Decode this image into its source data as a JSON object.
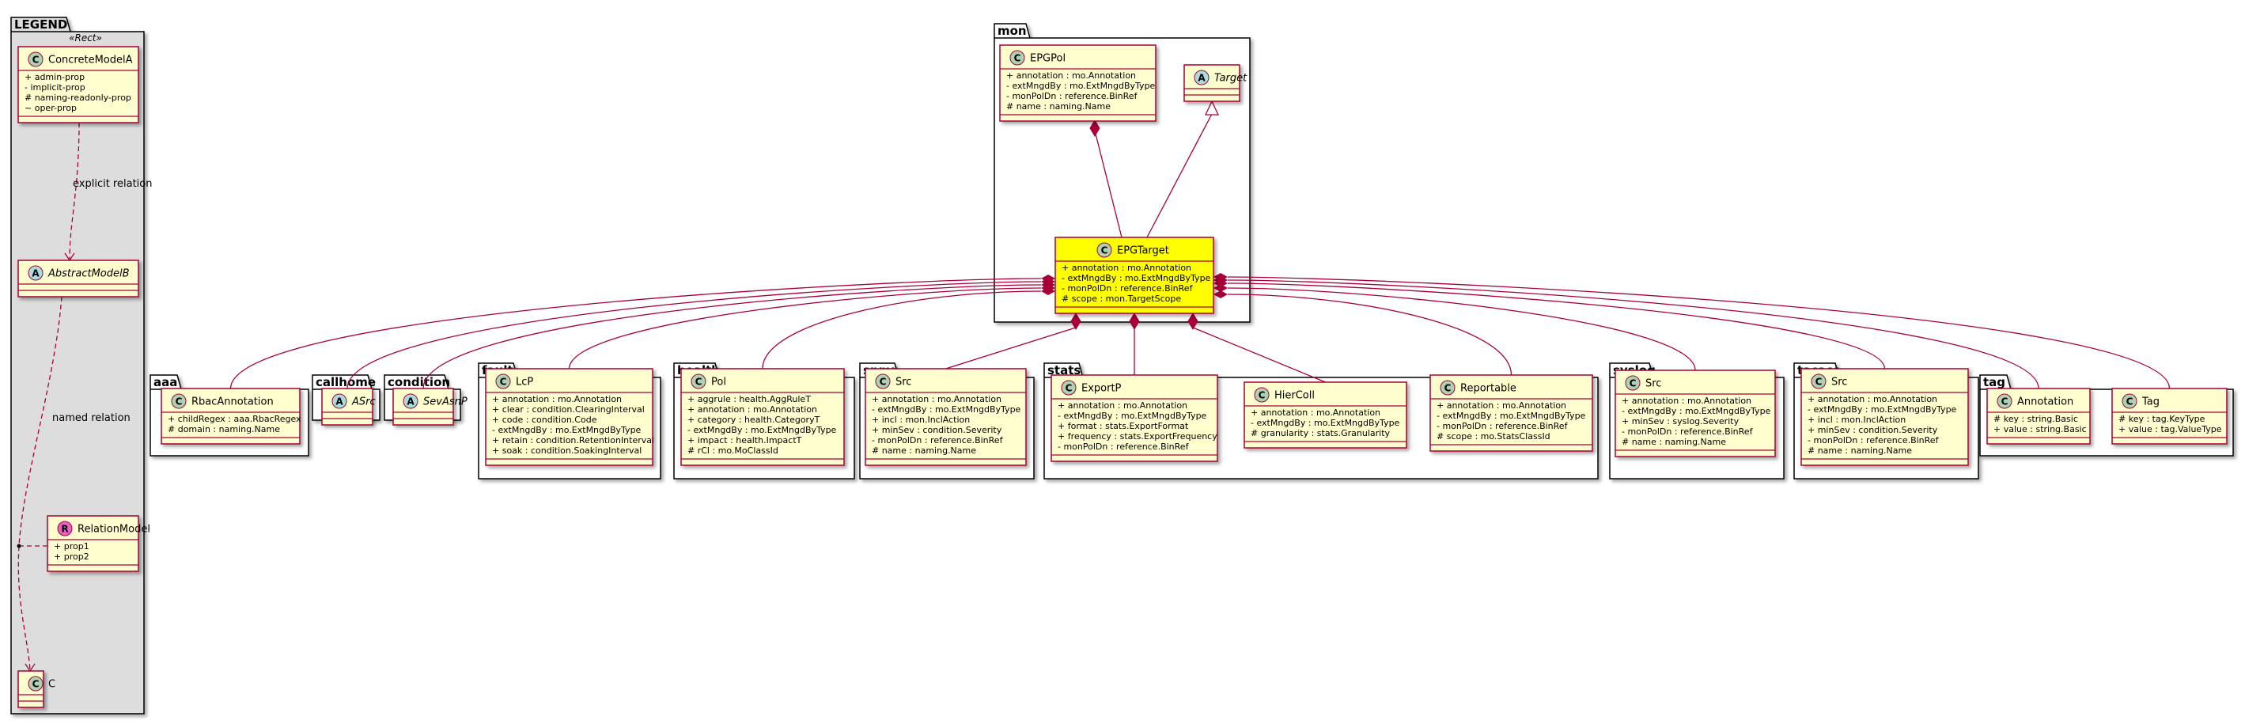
{
  "colors": {
    "class_fill": "#FEFECE",
    "class_border": "#A80036",
    "highlight_fill": "#FFFF00",
    "legend_fill": "#DDDDDD",
    "circle_class": "#ADD1B2",
    "circle_abstract": "#A9DCDF",
    "circle_relation": "#EB60C5",
    "line": "#A80036"
  },
  "legend": {
    "title": "LEGEND",
    "stereotype": "«Rect»",
    "concrete": {
      "name": "ConcreteModelA",
      "symbol": "C",
      "attrs": [
        {
          "v": "+",
          "text": "admin-prop"
        },
        {
          "v": "-",
          "text": "implicit-prop"
        },
        {
          "v": "#",
          "text": "naming-readonly-prop"
        },
        {
          "v": "~",
          "text": "oper-prop"
        }
      ]
    },
    "abstract": {
      "name": "AbstractModelB",
      "symbol": "A"
    },
    "relation_model": {
      "name": "RelationModel",
      "symbol": "R",
      "attrs": [
        {
          "v": "+",
          "text": "prop1"
        },
        {
          "v": "+",
          "text": "prop2"
        }
      ]
    },
    "c_class": {
      "name": "C",
      "symbol": "C"
    },
    "explicit_label": "explicit relation",
    "named_label": "named relation"
  },
  "mon": {
    "package": "mon",
    "epgpol": {
      "name": "EPGPol",
      "symbol": "C",
      "attrs": [
        {
          "v": "+",
          "text": "annotation : mo.Annotation"
        },
        {
          "v": "-",
          "text": "extMngdBy : mo.ExtMngdByType"
        },
        {
          "v": "-",
          "text": "monPolDn : reference.BinRef"
        },
        {
          "v": "#",
          "text": "name : naming.Name"
        }
      ]
    },
    "target": {
      "name": "Target",
      "symbol": "A"
    },
    "epgtarget": {
      "name": "EPGTarget",
      "symbol": "C",
      "attrs": [
        {
          "v": "+",
          "text": "annotation : mo.Annotation"
        },
        {
          "v": "-",
          "text": "extMngdBy : mo.ExtMngdByType"
        },
        {
          "v": "-",
          "text": "monPolDn : reference.BinRef"
        },
        {
          "v": "#",
          "text": "scope : mon.TargetScope"
        }
      ]
    }
  },
  "packages": [
    {
      "name": "aaa",
      "classes": [
        {
          "name": "RbacAnnotation",
          "symbol": "C",
          "attrs": [
            {
              "v": "+",
              "text": "childRegex : aaa.RbacRegex"
            },
            {
              "v": "#",
              "text": "domain : naming.Name"
            }
          ]
        }
      ]
    },
    {
      "name": "callhome",
      "classes": [
        {
          "name": "ASrc",
          "symbol": "A",
          "attrs": []
        }
      ]
    },
    {
      "name": "condition",
      "classes": [
        {
          "name": "SevAsnP",
          "symbol": "A",
          "attrs": []
        }
      ]
    },
    {
      "name": "fault",
      "classes": [
        {
          "name": "LcP",
          "symbol": "C",
          "attrs": [
            {
              "v": "+",
              "text": "annotation : mo.Annotation"
            },
            {
              "v": "+",
              "text": "clear : condition.ClearingInterval"
            },
            {
              "v": "+",
              "text": "code : condition.Code"
            },
            {
              "v": "-",
              "text": "extMngdBy : mo.ExtMngdByType"
            },
            {
              "v": "+",
              "text": "retain : condition.RetentionInterval"
            },
            {
              "v": "+",
              "text": "soak : condition.SoakingInterval"
            }
          ]
        }
      ]
    },
    {
      "name": "health",
      "classes": [
        {
          "name": "Pol",
          "symbol": "C",
          "attrs": [
            {
              "v": "+",
              "text": "aggrule : health.AggRuleT"
            },
            {
              "v": "+",
              "text": "annotation : mo.Annotation"
            },
            {
              "v": "+",
              "text": "category : health.CategoryT"
            },
            {
              "v": "-",
              "text": "extMngdBy : mo.ExtMngdByType"
            },
            {
              "v": "+",
              "text": "impact : health.ImpactT"
            },
            {
              "v": "#",
              "text": "rCl : mo.MoClassId"
            }
          ]
        }
      ]
    },
    {
      "name": "snmp",
      "classes": [
        {
          "name": "Src",
          "symbol": "C",
          "attrs": [
            {
              "v": "+",
              "text": "annotation : mo.Annotation"
            },
            {
              "v": "-",
              "text": "extMngdBy : mo.ExtMngdByType"
            },
            {
              "v": "+",
              "text": "incl : mon.InclAction"
            },
            {
              "v": "+",
              "text": "minSev : condition.Severity"
            },
            {
              "v": "-",
              "text": "monPolDn : reference.BinRef"
            },
            {
              "v": "#",
              "text": "name : naming.Name"
            }
          ]
        }
      ]
    },
    {
      "name": "stats",
      "classes": [
        {
          "name": "ExportP",
          "symbol": "C",
          "attrs": [
            {
              "v": "+",
              "text": "annotation : mo.Annotation"
            },
            {
              "v": "-",
              "text": "extMngdBy : mo.ExtMngdByType"
            },
            {
              "v": "+",
              "text": "format : stats.ExportFormat"
            },
            {
              "v": "+",
              "text": "frequency : stats.ExportFrequency"
            },
            {
              "v": "-",
              "text": "monPolDn : reference.BinRef"
            }
          ]
        },
        {
          "name": "HierColl",
          "symbol": "C",
          "attrs": [
            {
              "v": "+",
              "text": "annotation : mo.Annotation"
            },
            {
              "v": "-",
              "text": "extMngdBy : mo.ExtMngdByType"
            },
            {
              "v": "#",
              "text": "granularity : stats.Granularity"
            }
          ]
        },
        {
          "name": "Reportable",
          "symbol": "C",
          "attrs": [
            {
              "v": "+",
              "text": "annotation : mo.Annotation"
            },
            {
              "v": "-",
              "text": "extMngdBy : mo.ExtMngdByType"
            },
            {
              "v": "-",
              "text": "monPolDn : reference.BinRef"
            },
            {
              "v": "#",
              "text": "scope : mo.StatsClassId"
            }
          ]
        }
      ]
    },
    {
      "name": "syslog",
      "classes": [
        {
          "name": "Src",
          "symbol": "C",
          "attrs": [
            {
              "v": "+",
              "text": "annotation : mo.Annotation"
            },
            {
              "v": "-",
              "text": "extMngdBy : mo.ExtMngdByType"
            },
            {
              "v": "+",
              "text": "minSev : syslog.Severity"
            },
            {
              "v": "-",
              "text": "monPolDn : reference.BinRef"
            },
            {
              "v": "#",
              "text": "name : naming.Name"
            }
          ]
        }
      ]
    },
    {
      "name": "tacacs",
      "classes": [
        {
          "name": "Src",
          "symbol": "C",
          "attrs": [
            {
              "v": "+",
              "text": "annotation : mo.Annotation"
            },
            {
              "v": "-",
              "text": "extMngdBy : mo.ExtMngdByType"
            },
            {
              "v": "+",
              "text": "incl : mon.InclAction"
            },
            {
              "v": "+",
              "text": "minSev : condition.Severity"
            },
            {
              "v": "-",
              "text": "monPolDn : reference.BinRef"
            },
            {
              "v": "#",
              "text": "name : naming.Name"
            }
          ]
        }
      ]
    },
    {
      "name": "tag",
      "classes": [
        {
          "name": "Annotation",
          "symbol": "C",
          "attrs": [
            {
              "v": "#",
              "text": "key : string.Basic"
            },
            {
              "v": "+",
              "text": "value : string.Basic"
            }
          ]
        },
        {
          "name": "Tag",
          "symbol": "C",
          "attrs": [
            {
              "v": "#",
              "text": "key : tag.KeyType"
            },
            {
              "v": "+",
              "text": "value : tag.ValueType"
            }
          ]
        }
      ]
    }
  ]
}
